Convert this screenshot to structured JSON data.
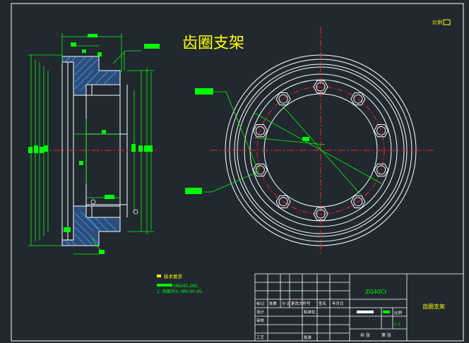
{
  "drawing": {
    "title": "齿圈支架",
    "scale_note": "比例",
    "colors": {
      "background": "#212830",
      "outline": "#ffffff",
      "dimension": "#00ff00",
      "centerline": "#ff2020",
      "hatch": "#4da6ff",
      "title_text": "#ffff00",
      "callout": "#00ff00"
    }
  },
  "notes": {
    "heading": "技术要求",
    "line1": "HB245-285,",
    "line2": "1. 齿面淬火 HRC40-45."
  },
  "title_block": {
    "material": "ZG40Cr",
    "part_name": "齿圈支架",
    "scale": "1:2",
    "col_labels": [
      "标记",
      "处数",
      "分 区",
      "更改文件号",
      "签名",
      "年月日"
    ],
    "row_labels": [
      "设计",
      "审核",
      "工艺"
    ],
    "std_label": "标准化",
    "approve_label": "批准",
    "sheet_label": "比例",
    "sheet_count": "共  张",
    "sheet_no": "第  张"
  }
}
